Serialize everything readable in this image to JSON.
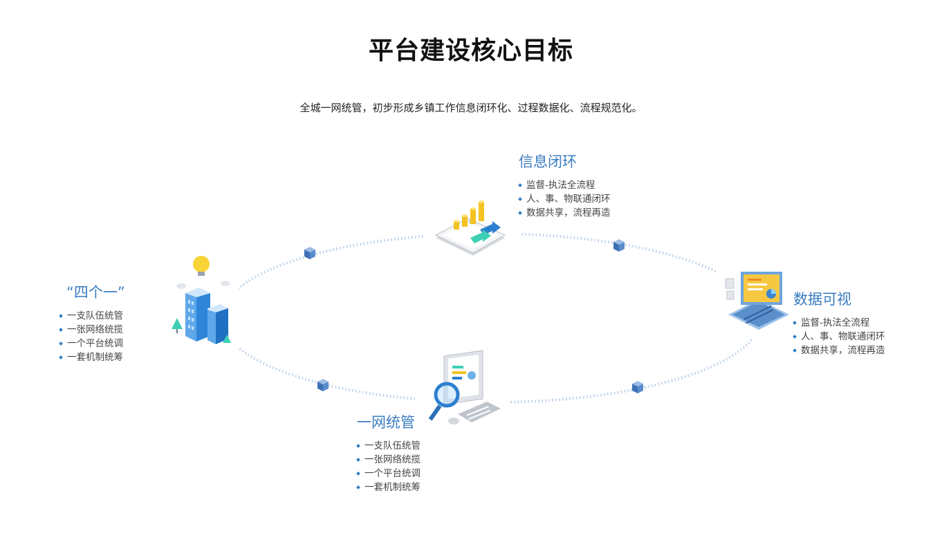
{
  "title": "平台建设核心目标",
  "subtitle": "全城一网统管，初步形成乡镇工作信息闭环化、过程数据化、流程规范化。",
  "colors": {
    "accent": "#3a7cc0",
    "ring": "#c9d9ec",
    "cube": "#4a7fc1"
  },
  "nodes": [
    {
      "id": "xinxi-bihuan",
      "title": "信息闭环",
      "icon": "mobile-coins-icon",
      "items": [
        "监督-执法全流程",
        "人、事、物联通闭环",
        "数据共享，流程再造"
      ]
    },
    {
      "id": "shuju-keshi",
      "title": "数据可视",
      "icon": "laptop-chart-icon",
      "items": [
        "监督-执法全流程",
        "人、事、物联通闭环",
        "数据共享，流程再造"
      ]
    },
    {
      "id": "yiwang-tongguan",
      "title": "一网统管",
      "icon": "monitor-magnifier-icon",
      "items": [
        "一支队伍统管",
        "一张网络统揽",
        "一个平台统调",
        "一套机制统筹"
      ]
    },
    {
      "id": "si-ge-yi",
      "title": "“四个一”",
      "icon": "city-buildings-icon",
      "items": [
        "一支队伍统管",
        "一张网络统揽",
        "一个平台统调",
        "一套机制统筹"
      ]
    }
  ]
}
